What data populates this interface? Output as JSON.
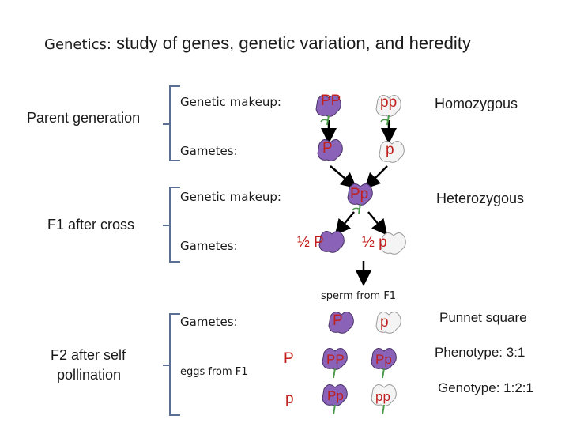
{
  "title": {
    "prefix": "Genetics:",
    "rest": "study of genes, genetic variation, and heredity"
  },
  "parent": {
    "label": "Parent generation",
    "makeup_label": "Genetic makeup:",
    "gametes_label": "Gametes:",
    "genotype_left": "PP",
    "genotype_right": "pp",
    "gamete_left": "P",
    "gamete_right": "p",
    "note": "Homozygous"
  },
  "f1": {
    "label": "F1 after cross",
    "makeup_label": "Genetic makeup:",
    "gametes_label": "Gametes:",
    "genotype": "Pp",
    "gamete_left": "½  P",
    "gamete_right": "½  p",
    "note": "Heterozygous",
    "sperm_label": "sperm from F1"
  },
  "f2": {
    "label_line1": "F2 after self",
    "label_line2": "pollination",
    "gametes_label": "Gametes:",
    "eggs_label": "eggs from F1",
    "col_P": "P",
    "col_p": "p",
    "row_P": "P",
    "row_p": "p",
    "cells": [
      "PP",
      "Pp",
      "Pp",
      "pp"
    ],
    "punnet": "Punnet square",
    "phenotype": "Phenotype: 3:1",
    "genotype_ratio": "Genotype: 1:2:1"
  },
  "colors": {
    "purple_flower": "#8a63b8",
    "white_flower": "#f4f4f4",
    "letters": "#c0201e",
    "bracket": "#5b6f95"
  }
}
